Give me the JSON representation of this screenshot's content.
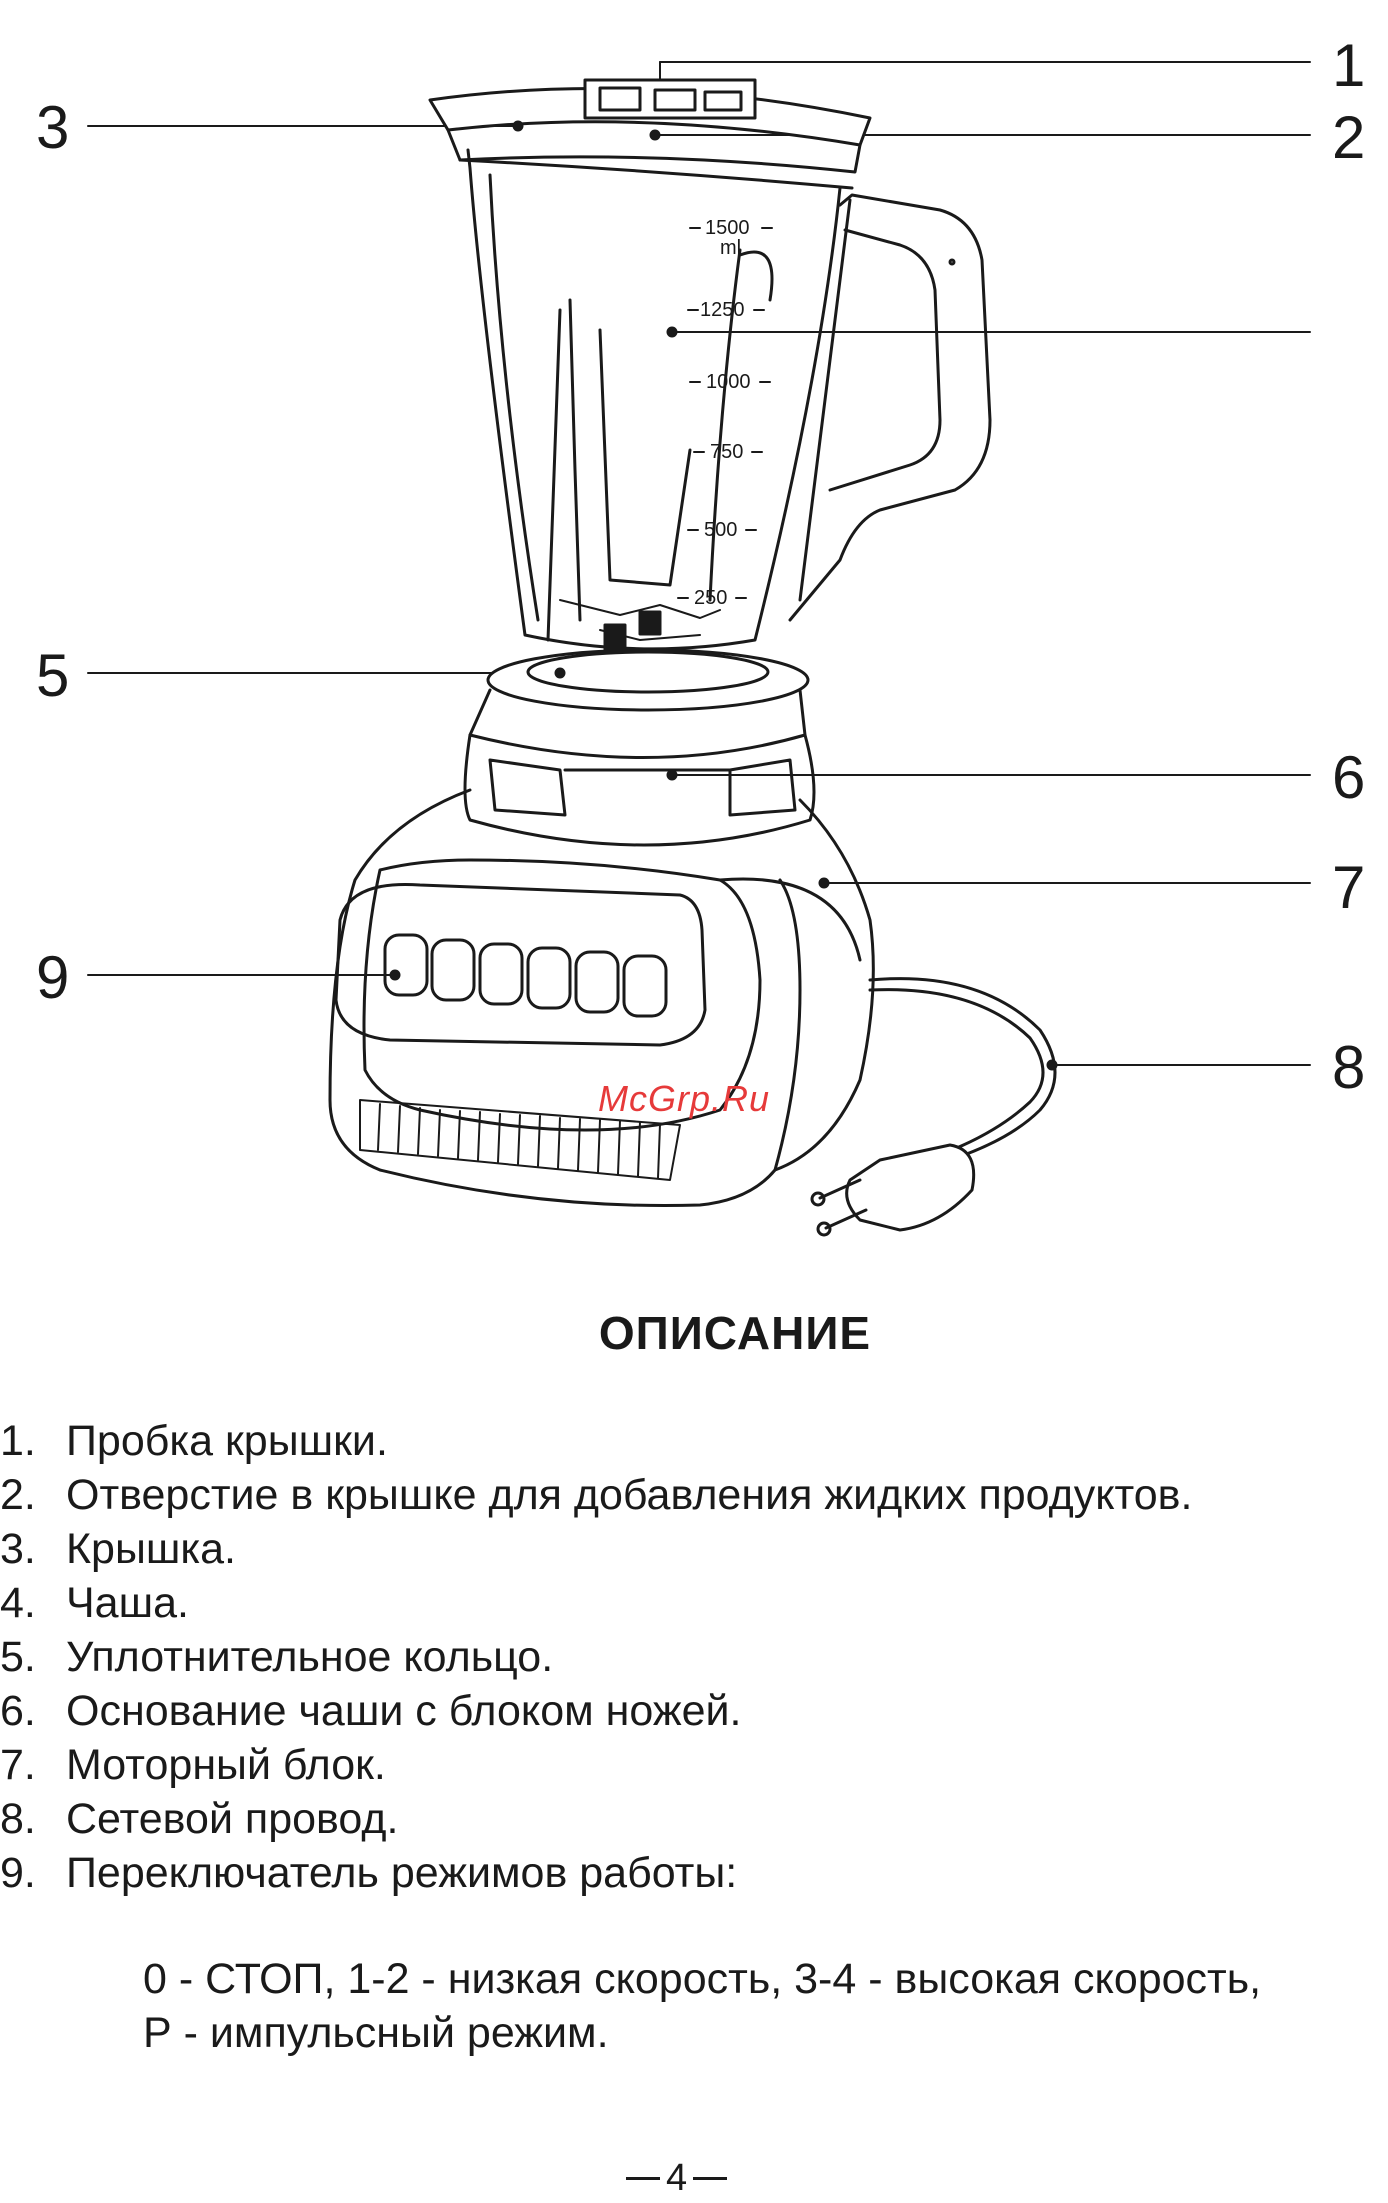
{
  "callouts": {
    "c1": "1",
    "c2": "2",
    "c3": "3",
    "c5": "5",
    "c6": "6",
    "c7": "7",
    "c8": "8",
    "c9": "9"
  },
  "watermark": "McGrp.Ru",
  "title": "ОПИСАНИЕ",
  "items": [
    {
      "num": "1.",
      "text": "Пробка крышки."
    },
    {
      "num": "2.",
      "text": "Отверстие в крышке для добавления жидких продуктов."
    },
    {
      "num": "3.",
      "text": "Крышка."
    },
    {
      "num": "4.",
      "text": "Чаша."
    },
    {
      "num": "5.",
      "text": "Уплотнительное кольцо."
    },
    {
      "num": "6.",
      "text": "Основание чаши с блоком ножей."
    },
    {
      "num": "7.",
      "text": "Моторный блок."
    },
    {
      "num": "8.",
      "text": "Сетевой провод."
    },
    {
      "num": "9.",
      "text": "Переключатель режимов работы:"
    }
  ],
  "note": {
    "line1": "0 - СТОП, 1-2 - низкая скорость, 3-4 - высокая скорость,",
    "line2": "Р - импульсный режим."
  },
  "jar_scale": {
    "l1500": "1500",
    "ml": "ml",
    "l1250": "1250",
    "l1000": "1000",
    "l750": "750",
    "l500": "500",
    "l250": "250"
  },
  "page_number": "4"
}
